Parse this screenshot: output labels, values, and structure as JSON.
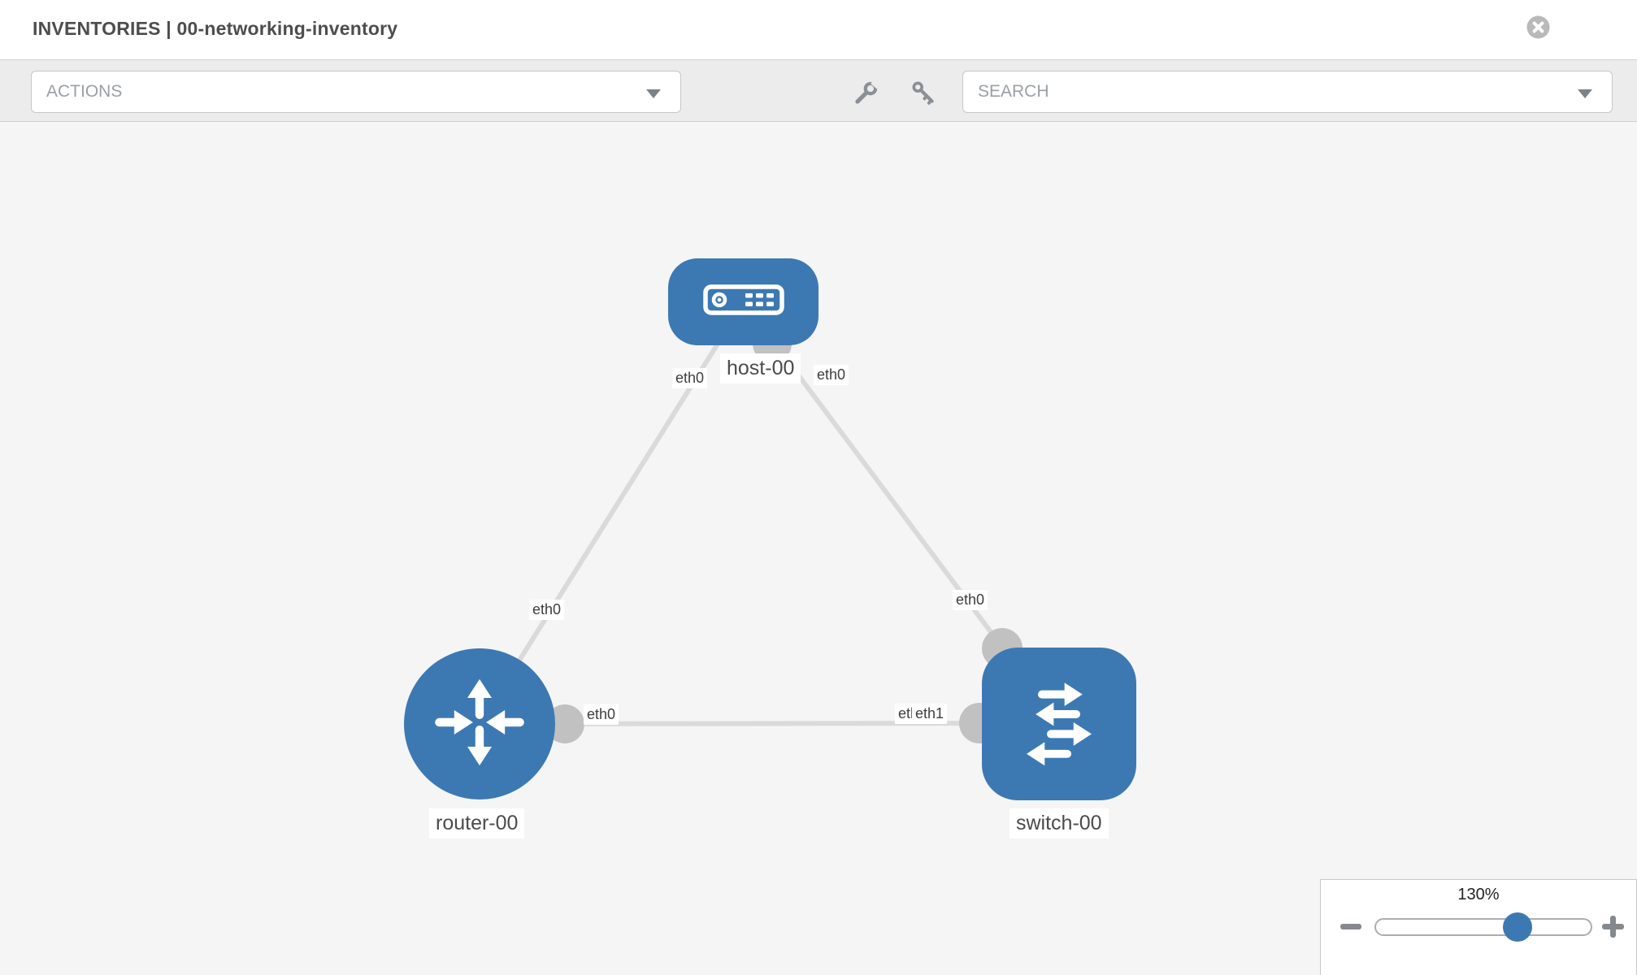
{
  "header": {
    "title": "INVENTORIES | 00-networking-inventory"
  },
  "toolbar": {
    "actions_label": "ACTIONS",
    "search_label": "SEARCH"
  },
  "canvas": {
    "nodes": [
      {
        "label": "host-00",
        "type": "host"
      },
      {
        "label": "router-00",
        "type": "router"
      },
      {
        "label": "switch-00",
        "type": "switch"
      }
    ],
    "links": [
      {
        "from": "host-00",
        "from_port": "eth0",
        "to": "router-00",
        "to_port": "eth0"
      },
      {
        "from": "host-00",
        "from_port": "eth0",
        "to": "switch-00",
        "to_port": "eth0"
      },
      {
        "from": "router-00",
        "from_port": "eth0",
        "to": "switch-00",
        "to_port": "eth1",
        "to_port_overlapped": "eth0"
      }
    ]
  },
  "zoom": {
    "level": "130%"
  },
  "icons": {
    "close": "circle-x",
    "wrench": "wrench",
    "key": "key",
    "chevron_down": "triangle-down",
    "zoom_out": "minus",
    "zoom_in": "plus"
  },
  "colors": {
    "node_blue": "#3c79b3",
    "link_gray": "#dadada",
    "connector_gray": "#c1c1c1",
    "toolbar_gray": "#ececec",
    "canvas_gray": "#f5f5f5"
  }
}
